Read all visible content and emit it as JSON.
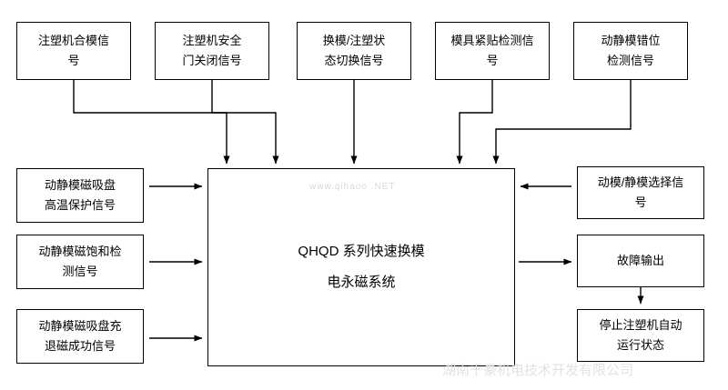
{
  "diagram": {
    "top_row": [
      {
        "label": "注塑机合模信\n号"
      },
      {
        "label": "注塑机安全\n门关闭信号"
      },
      {
        "label": "换模/注塑状\n态切换信号"
      },
      {
        "label": "模具紧贴检测信\n号"
      },
      {
        "label": "动静模错位\n检测信号"
      }
    ],
    "left_column": [
      {
        "label": "动静模磁吸盘\n高温保护信号"
      },
      {
        "label": "动静模磁饱和检\n测信号"
      },
      {
        "label": "动静模磁吸盘充\n退磁成功信号"
      }
    ],
    "right_column": [
      {
        "label": "动模/静模选择信\n号"
      },
      {
        "label": "故障输出"
      },
      {
        "label": "停止注塑机自动\n运行状态"
      }
    ],
    "center": {
      "label": "QHQD 系列快速换模\n电永磁系统"
    },
    "watermarks": {
      "center_text": "www.qihaoo .NET",
      "bottom_text": "湖南千豪机电技术开发有限公司"
    },
    "colors": {
      "line": "#000000",
      "box_border": "#000000",
      "background": "#ffffff",
      "watermark": "#dcdcdc"
    }
  }
}
